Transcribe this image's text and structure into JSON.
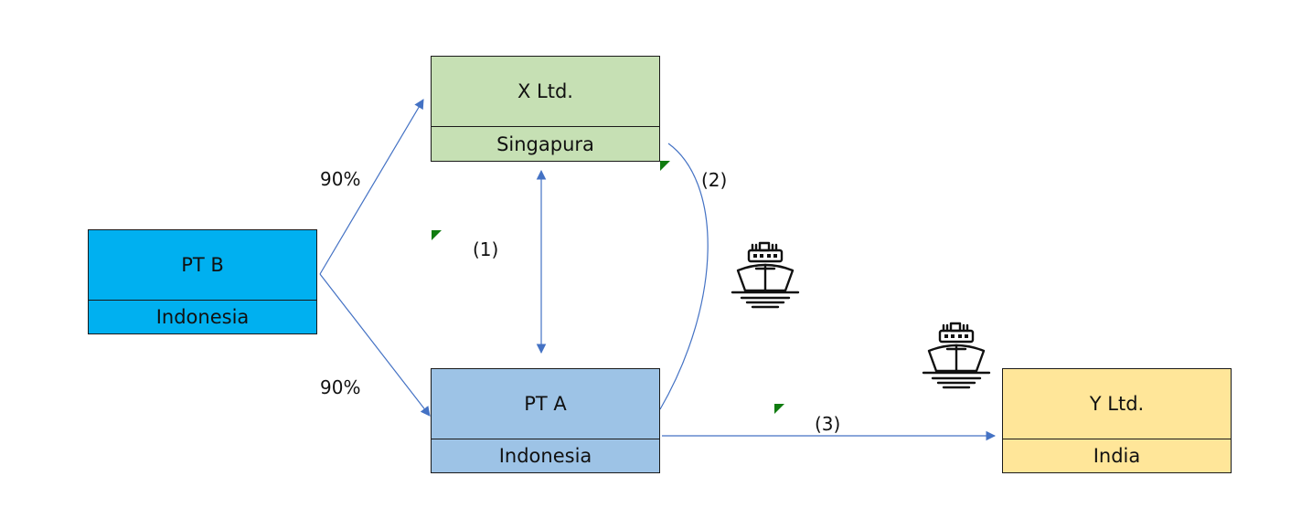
{
  "diagram": {
    "entities": [
      {
        "id": "x_ltd",
        "name": "X Ltd.",
        "country": "Singapura",
        "color": "#c6e0b4"
      },
      {
        "id": "pt_b",
        "name": "PT B",
        "country": "Indonesia",
        "color": "#00b0f0"
      },
      {
        "id": "pt_a",
        "name": "PT A",
        "country": "Indonesia",
        "color": "#9dc3e6"
      },
      {
        "id": "y_ltd",
        "name": "Y Ltd.",
        "country": "India",
        "color": "#ffe699"
      }
    ],
    "ownership": [
      {
        "from": "PT B",
        "to": "X Ltd.",
        "label": "90%"
      },
      {
        "from": "PT B",
        "to": "PT A",
        "label": "90%"
      }
    ],
    "transactions": [
      {
        "label": "(1)",
        "between": [
          "X Ltd.",
          "PT A"
        ],
        "direction": "bidirectional"
      },
      {
        "label": "(2)",
        "between": [
          "PT A",
          "X Ltd."
        ],
        "style": "curve"
      },
      {
        "label": "(3)",
        "from": "PT A",
        "to": "Y Ltd."
      }
    ],
    "icons": [
      "ship-icon",
      "ship-icon"
    ],
    "arrow_color": "#4472c4"
  }
}
